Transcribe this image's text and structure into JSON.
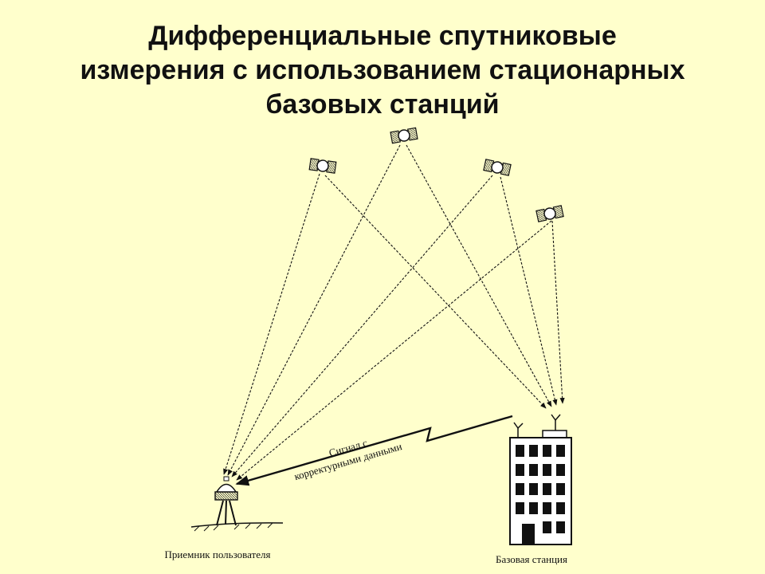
{
  "title": {
    "line1": "Дифференциальные спутниковые",
    "line2": "измерения с использованием стационарных",
    "line3": "базовых станций"
  },
  "labels": {
    "user_receiver": "Приемник пользователя",
    "base_station": "Базовая станция",
    "signal_line1": "Сигнал с",
    "signal_line2": "корректурными данными"
  },
  "colors": {
    "background": "#ffffcc",
    "ink": "#111111"
  },
  "satellites": [
    "satellite-icon",
    "satellite-icon",
    "satellite-icon",
    "satellite-icon"
  ]
}
